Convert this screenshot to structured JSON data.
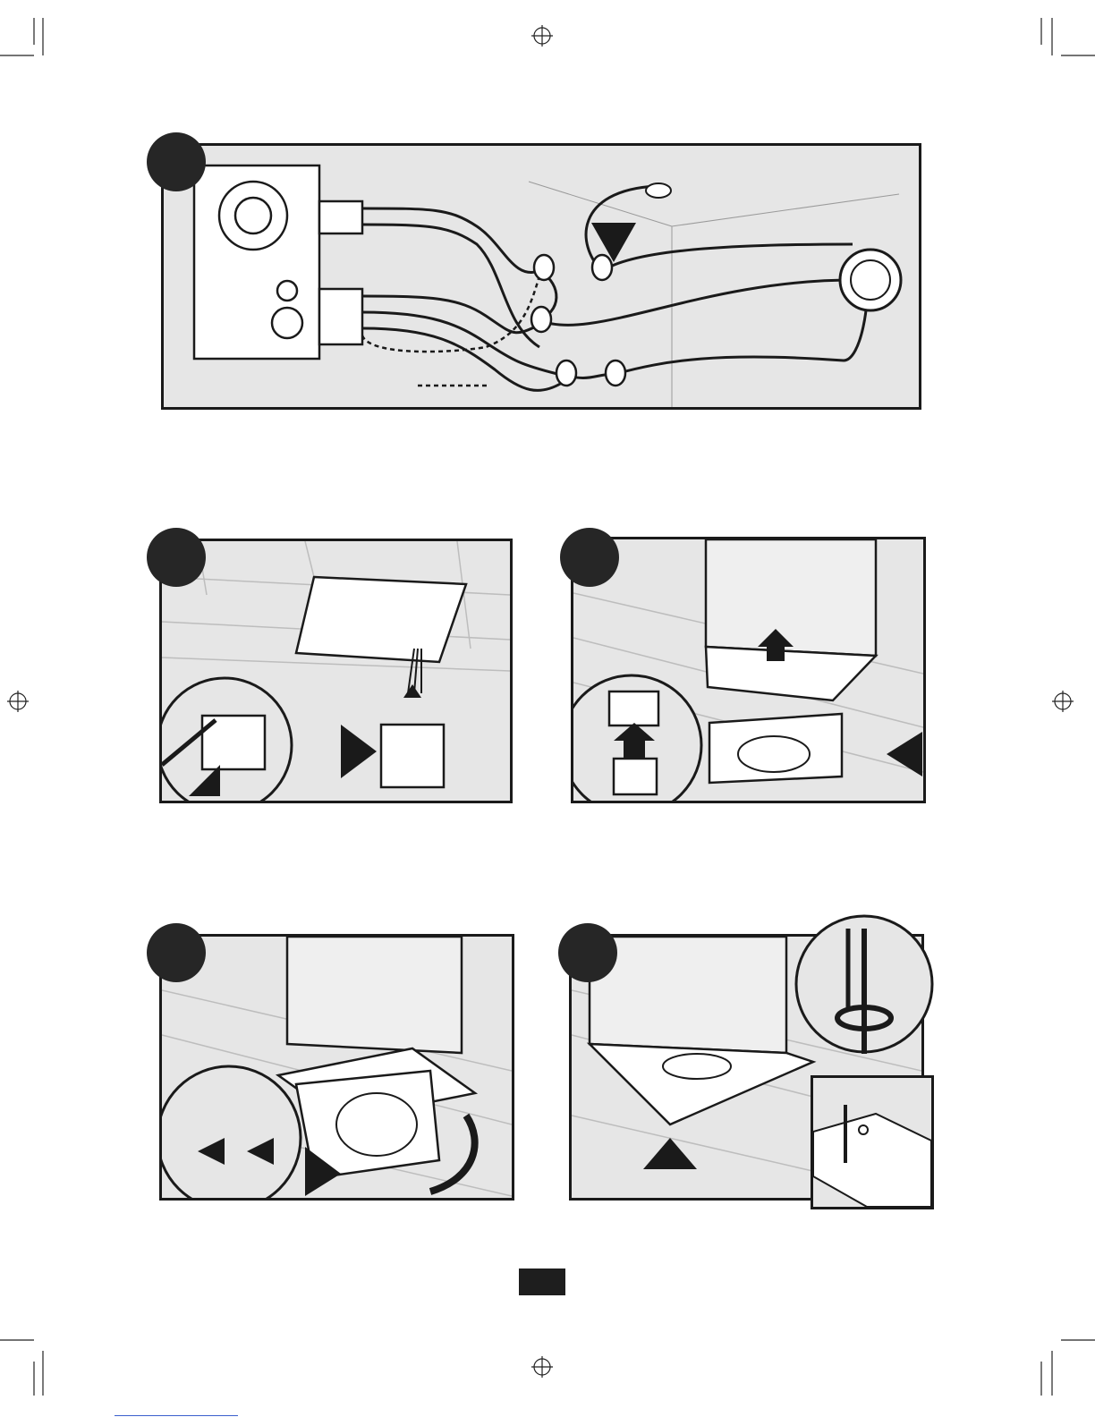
{
  "page": {
    "colors": {
      "panel_bg": "#e6e6e6",
      "ink": "#1a1a1a",
      "badge": "#262626",
      "line_light": "#bdbdbd"
    },
    "icons": [
      "registration-mark-icon",
      "crop-mark-icon",
      "arrow-triangle-icon",
      "wire-nut-icon",
      "screwdriver-icon",
      "rotate-arrow-icon"
    ],
    "figures": [
      {
        "name": "wiring-diagram"
      },
      {
        "name": "junction-box-removal"
      },
      {
        "name": "plug-connection"
      },
      {
        "name": "blower-insertion"
      },
      {
        "name": "blower-screw-tightening"
      }
    ]
  }
}
